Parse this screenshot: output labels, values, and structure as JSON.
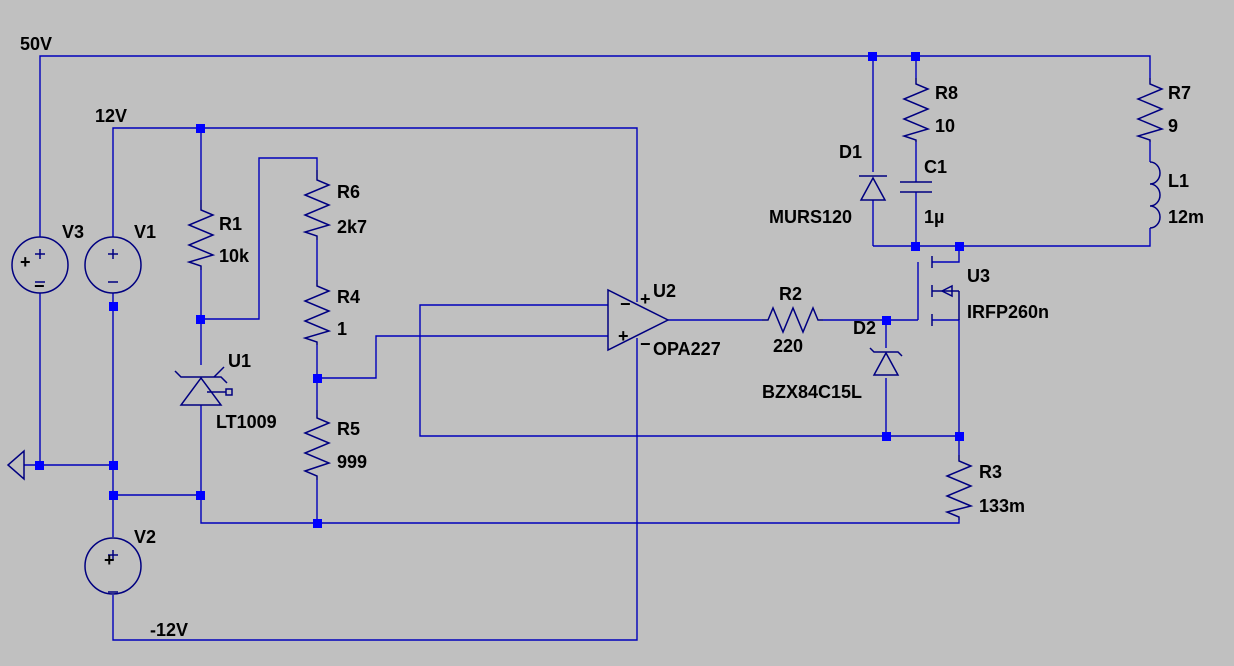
{
  "nets": {
    "v50": "50V",
    "v12": "12V",
    "vneg12": "-12V"
  },
  "components": {
    "V3": {
      "ref": "V3"
    },
    "V1": {
      "ref": "V1"
    },
    "V2": {
      "ref": "V2"
    },
    "R1": {
      "ref": "R1",
      "value": "10k"
    },
    "R6": {
      "ref": "R6",
      "value": "2k7"
    },
    "R4": {
      "ref": "R4",
      "value": "1"
    },
    "R5": {
      "ref": "R5",
      "value": "999"
    },
    "U1": {
      "ref": "U1",
      "value": "LT1009"
    },
    "U2": {
      "ref": "U2",
      "value": "OPA227"
    },
    "R2": {
      "ref": "R2",
      "value": "220"
    },
    "D2": {
      "ref": "D2",
      "value": "BZX84C15L"
    },
    "U3": {
      "ref": "U3",
      "value": "IRFP260n"
    },
    "R3": {
      "ref": "R3",
      "value": "133m"
    },
    "D1": {
      "ref": "D1",
      "value": "MURS120"
    },
    "R8": {
      "ref": "R8",
      "value": "10"
    },
    "C1": {
      "ref": "C1",
      "value": "1µ"
    },
    "R7": {
      "ref": "R7",
      "value": "9"
    },
    "L1": {
      "ref": "L1",
      "value": "12m"
    }
  },
  "symbols": {
    "plus": "+",
    "minus": "−"
  }
}
